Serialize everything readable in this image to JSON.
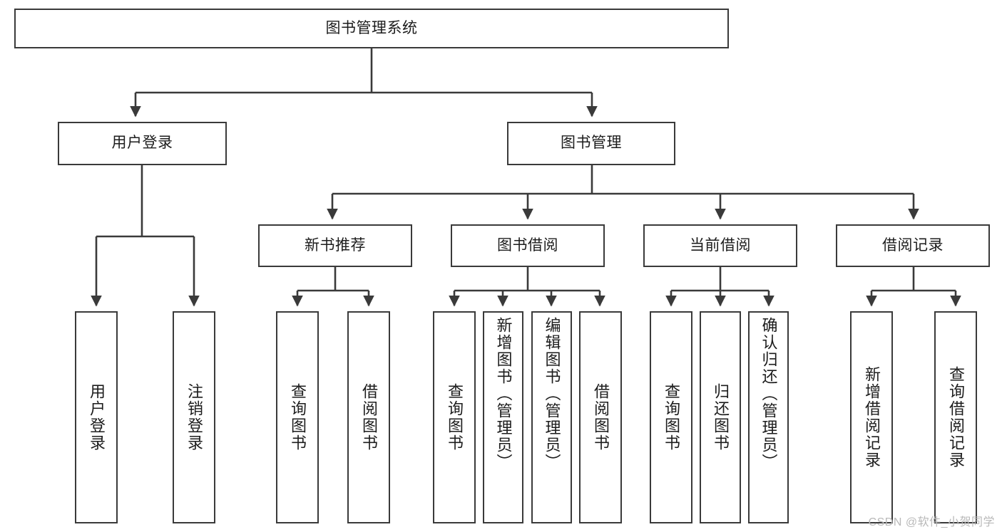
{
  "diagram": {
    "title": "图书管理系统",
    "type": "hierarchy-tree",
    "watermark": "CSDN @软件_小贺同学",
    "colors": {
      "node_border": "#3a3a3a",
      "node_fill": "#ffffff",
      "connector": "#3a3a3a",
      "text": "#1c1c1c",
      "background": "#ffffff",
      "watermark": "#b9b9b9"
    },
    "root": {
      "label": "图书管理系统"
    },
    "level2": [
      {
        "label": "用户登录"
      },
      {
        "label": "图书管理"
      }
    ],
    "level3": [
      {
        "label": "新书推荐"
      },
      {
        "label": "图书借阅"
      },
      {
        "label": "当前借阅"
      },
      {
        "label": "借阅记录"
      }
    ],
    "leaves": {
      "user_login": [
        {
          "label": "用户登录"
        },
        {
          "label": "注销登录"
        }
      ],
      "new_book_recommend": [
        {
          "label": "查询图书"
        },
        {
          "label": "借阅图书"
        }
      ],
      "book_borrow": [
        {
          "label": "查询图书"
        },
        {
          "label": "新增图书（管理员）"
        },
        {
          "label": "编辑图书（管理员）"
        },
        {
          "label": "借阅图书"
        }
      ],
      "current_borrow": [
        {
          "label": "查询图书"
        },
        {
          "label": "归还图书"
        },
        {
          "label": "确认归还（管理员）"
        }
      ],
      "borrow_record": [
        {
          "label": "新增借阅记录"
        },
        {
          "label": "查询借阅记录"
        }
      ]
    }
  }
}
